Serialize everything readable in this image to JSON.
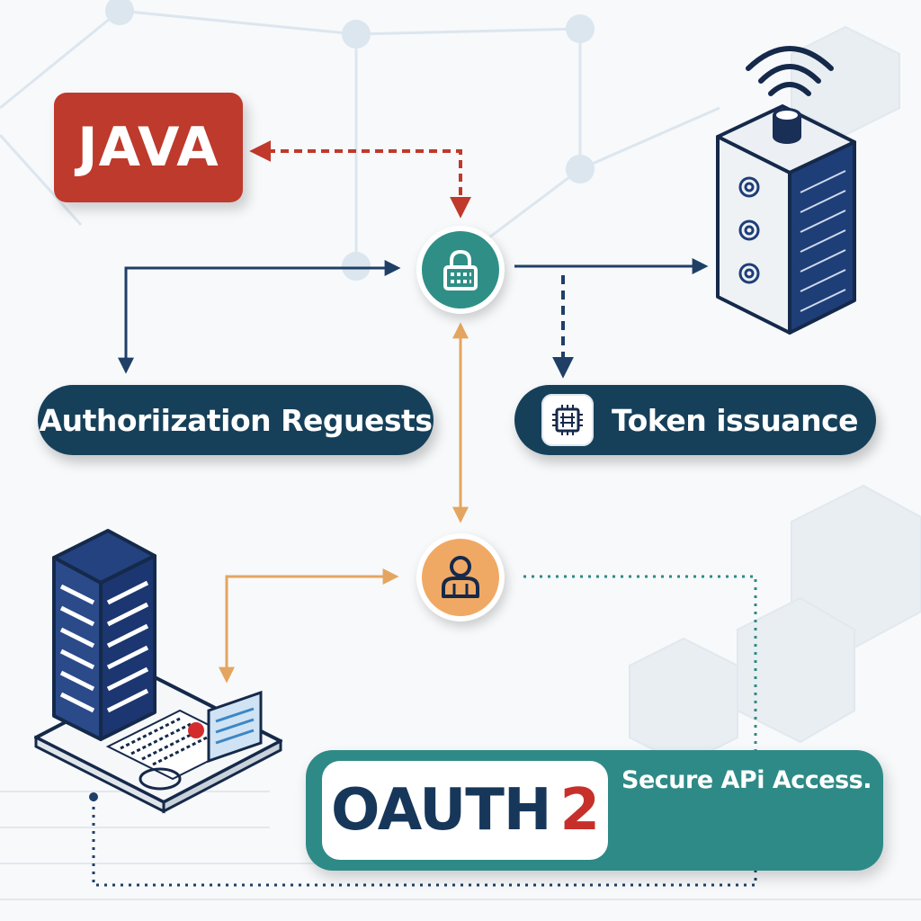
{
  "java_label": "JAVA",
  "auth_label": "Authoriization Reguests",
  "token_label": "Token issuance",
  "oauth": {
    "word": "OAUTH",
    "version": "2"
  },
  "secure_label": "Secure APi Access.",
  "icons": {
    "lock": "lock-icon",
    "user": "user-icon",
    "token": "token-chip-icon",
    "auth_server": "server-tower-icon",
    "resource_server": "server-building-icon",
    "document": "api-document-icon",
    "wifi": "wifi-icon"
  },
  "colors": {
    "java_red": "#be3a2c",
    "navy": "#16405a",
    "teal": "#2e8a87",
    "lock_teal": "#2f8f86",
    "user_orange": "#f0a964",
    "arrow_red": "#c0392b",
    "arrow_orange": "#e4a560",
    "arrow_navy": "#1f3f66",
    "oauth_red": "#c7302a"
  }
}
